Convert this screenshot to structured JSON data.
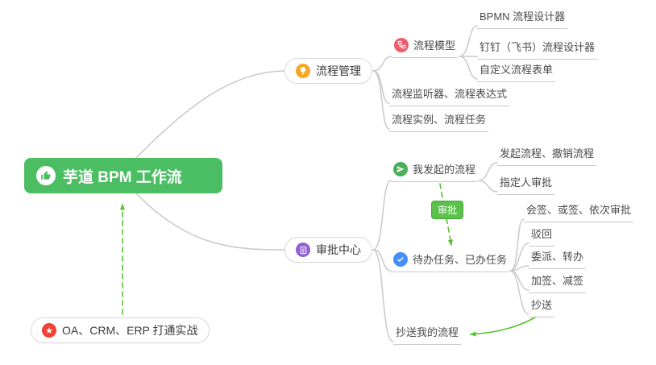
{
  "mindmap": {
    "root": {
      "label": "芋道 BPM 工作流"
    },
    "branches": [
      {
        "label": "流程管理",
        "icon": "lightbulb-icon",
        "children": [
          {
            "label": "流程模型",
            "icon": "flow-model-icon",
            "children": [
              {
                "label": "BPMN 流程设计器"
              },
              {
                "label": "钉钉（飞书）流程设计器"
              },
              {
                "label": "自定义流程表单"
              }
            ]
          },
          {
            "label": "流程监听器、流程表达式"
          },
          {
            "label": "流程实例、流程任务"
          }
        ]
      },
      {
        "label": "审批中心",
        "icon": "approval-center-icon",
        "children": [
          {
            "label": "我发起的流程",
            "icon": "paper-plane-icon",
            "children": [
              {
                "label": "发起流程、撤销流程"
              },
              {
                "label": "指定人审批"
              }
            ]
          },
          {
            "label": "待办任务、已办任务",
            "icon": "check-icon",
            "children": [
              {
                "label": "会签、或签、依次审批"
              },
              {
                "label": "驳回"
              },
              {
                "label": "委派、转办"
              },
              {
                "label": "加签、减签"
              },
              {
                "label": "抄送"
              }
            ]
          },
          {
            "label": "抄送我的流程"
          }
        ]
      }
    ],
    "relation": {
      "label": "审批"
    },
    "note": {
      "label": "OA、CRM、ERP 打通实战",
      "icon": "star-icon"
    },
    "glyphs": {
      "star": "★"
    },
    "colors": {
      "root_bg": "#4bbd63",
      "connector": "#c9c9c9",
      "green_arrow": "#55c32e",
      "relation_badge_bg": "#5cc04c",
      "icon_lightbulb": "#f5a623",
      "icon_flow_model": "#ee5b6c",
      "icon_approval_center": "#9061d2",
      "icon_paper_plane": "#4cb05a",
      "icon_check": "#468ef7",
      "icon_star": "#f04134"
    }
  }
}
